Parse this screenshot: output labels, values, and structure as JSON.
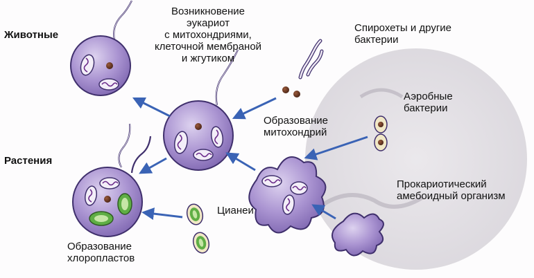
{
  "labels": {
    "animals": "Животные",
    "plants": "Растения",
    "origin_line1": "Возникновение",
    "origin_line2": "эукариот",
    "origin_line3": "с митохондриями,",
    "origin_line4": "клеточной мембраной",
    "origin_line5": "и жгутиком",
    "spirochetes_line1": "Спирохеты и другие",
    "spirochetes_line2": "бактерии",
    "aerobic_line1": "Аэробные",
    "aerobic_line2": "бактерии",
    "mito_line1": "Образование",
    "mito_line2": "митохондрий",
    "prokaryote_line1": "Прокариотический",
    "prokaryote_line2": "амебоидный организм",
    "cyanea": "Цианеи",
    "chloro_line1": "Образование",
    "chloro_line2": "хлоропластов"
  },
  "colors": {
    "cell_fill": "#a690cc",
    "cell_stroke": "#3f2f6c",
    "arrow": "#3a63b5",
    "nucleus": "#5a2d1e",
    "chloroplast": "#5fae45",
    "chloroplast_inner": "#c6e6a6",
    "background_cell": "#c8c3cc"
  }
}
